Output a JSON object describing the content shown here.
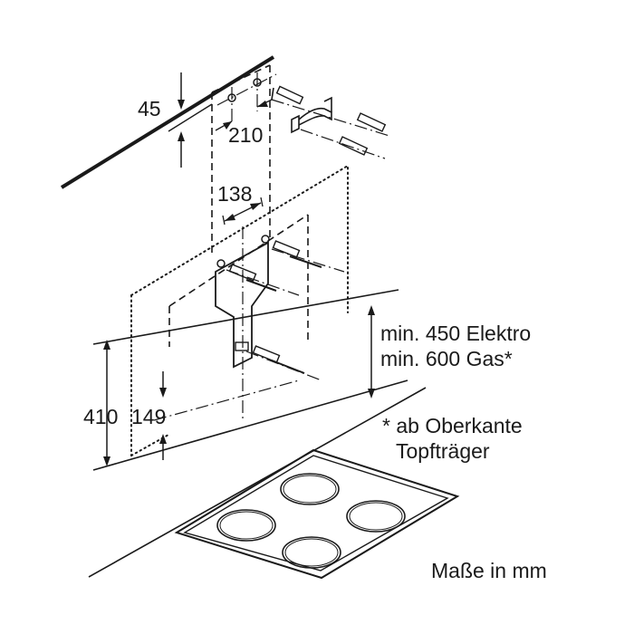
{
  "dimensions": {
    "d45": "45",
    "d210": "210",
    "d138": "138",
    "d410": "410",
    "d149": "149"
  },
  "notes": {
    "clearance_line1": "min. 450 Elektro",
    "clearance_line2": "min. 600 Gas*",
    "footnote_line1": "* ab Oberkante",
    "footnote_line2": "Topfträger",
    "units": "Maße in mm"
  },
  "colors": {
    "line": "#1a1a1a",
    "background": "#ffffff"
  }
}
